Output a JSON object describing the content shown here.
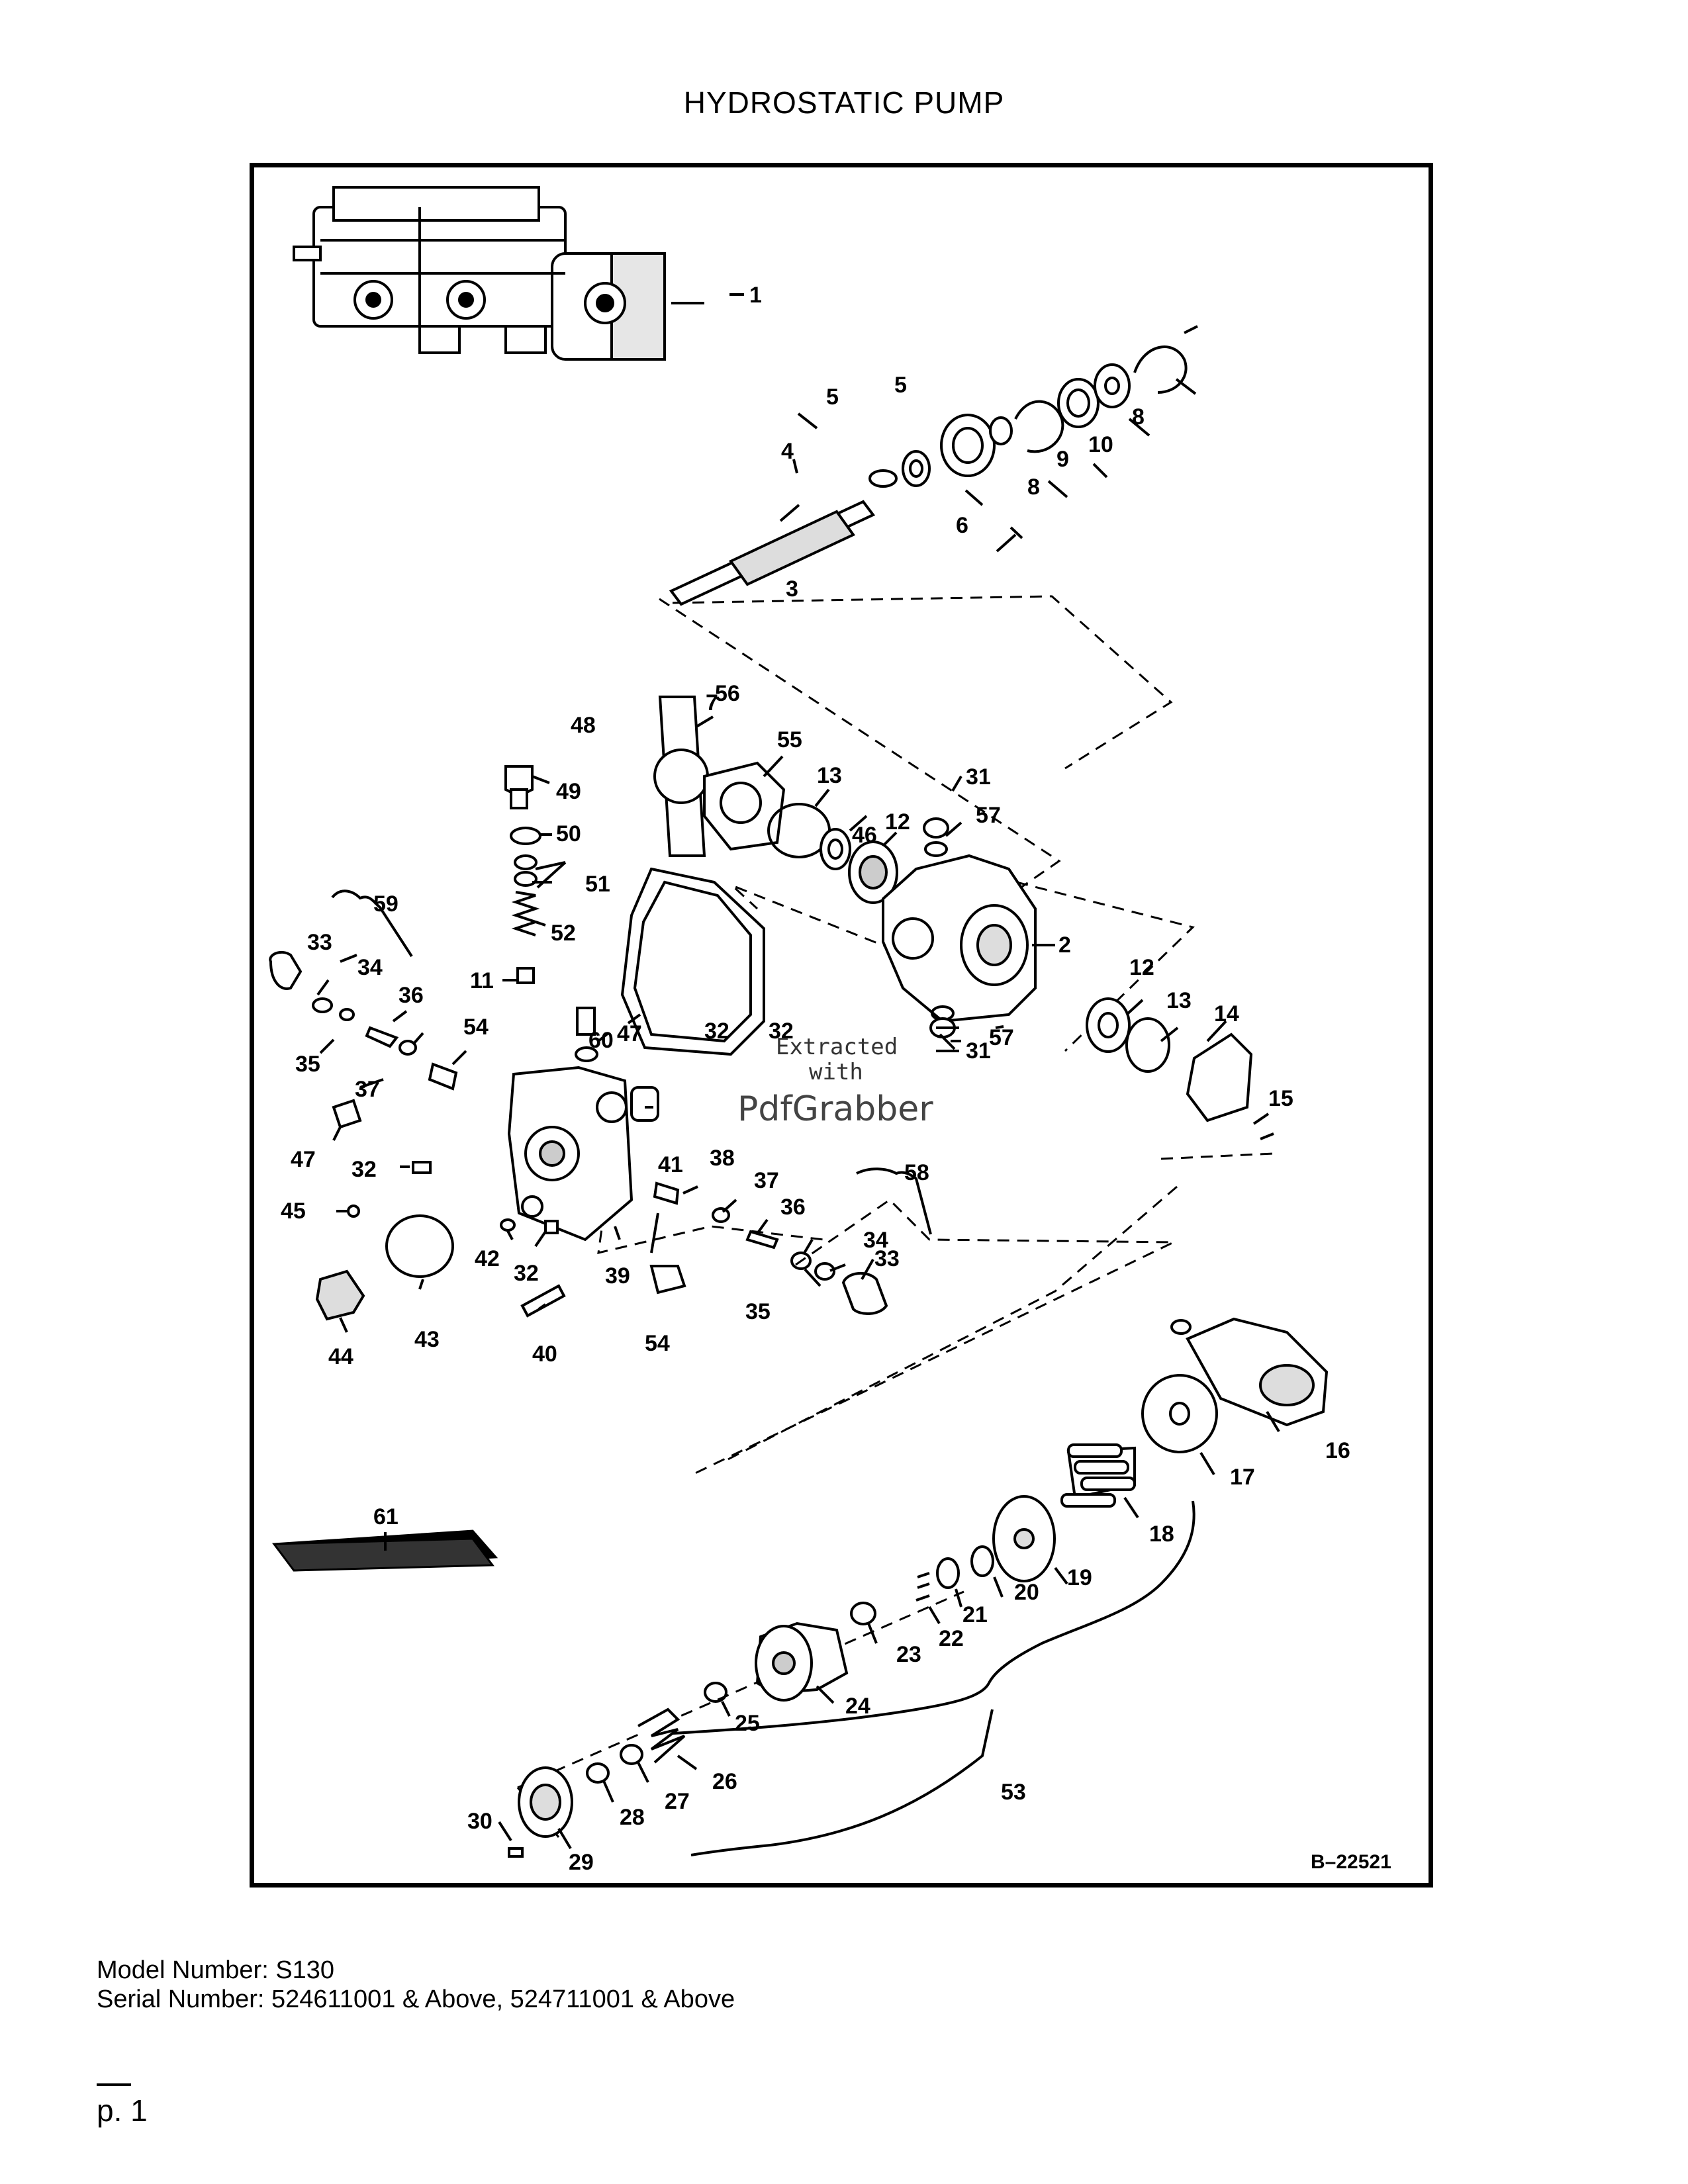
{
  "page_title": "HYDROSTATIC PUMP",
  "diagram": {
    "reference_code": "B–22521",
    "watermark": {
      "line1": "Extracted",
      "line2": "with",
      "line3": "PdfGrabber"
    },
    "callouts": [
      {
        "label": "1"
      },
      {
        "label": "2"
      },
      {
        "label": "3"
      },
      {
        "label": "4"
      },
      {
        "label": "5"
      },
      {
        "label": "5"
      },
      {
        "label": "6"
      },
      {
        "label": "7"
      },
      {
        "label": "8"
      },
      {
        "label": "8"
      },
      {
        "label": "9"
      },
      {
        "label": "10"
      },
      {
        "label": "11"
      },
      {
        "label": "12"
      },
      {
        "label": "12"
      },
      {
        "label": "13"
      },
      {
        "label": "13"
      },
      {
        "label": "14"
      },
      {
        "label": "15"
      },
      {
        "label": "16"
      },
      {
        "label": "17"
      },
      {
        "label": "18"
      },
      {
        "label": "19"
      },
      {
        "label": "20"
      },
      {
        "label": "21"
      },
      {
        "label": "22"
      },
      {
        "label": "23"
      },
      {
        "label": "24"
      },
      {
        "label": "25"
      },
      {
        "label": "26"
      },
      {
        "label": "27"
      },
      {
        "label": "28"
      },
      {
        "label": "29"
      },
      {
        "label": "30"
      },
      {
        "label": "31"
      },
      {
        "label": "31"
      },
      {
        "label": "32"
      },
      {
        "label": "32"
      },
      {
        "label": "32"
      },
      {
        "label": "32"
      },
      {
        "label": "33"
      },
      {
        "label": "33"
      },
      {
        "label": "34"
      },
      {
        "label": "34"
      },
      {
        "label": "35"
      },
      {
        "label": "35"
      },
      {
        "label": "36"
      },
      {
        "label": "36"
      },
      {
        "label": "37"
      },
      {
        "label": "37"
      },
      {
        "label": "38"
      },
      {
        "label": "39"
      },
      {
        "label": "40"
      },
      {
        "label": "41"
      },
      {
        "label": "42"
      },
      {
        "label": "43"
      },
      {
        "label": "44"
      },
      {
        "label": "45"
      },
      {
        "label": "46"
      },
      {
        "label": "47"
      },
      {
        "label": "47"
      },
      {
        "label": "48"
      },
      {
        "label": "49"
      },
      {
        "label": "50"
      },
      {
        "label": "51"
      },
      {
        "label": "52"
      },
      {
        "label": "53"
      },
      {
        "label": "54"
      },
      {
        "label": "54"
      },
      {
        "label": "55"
      },
      {
        "label": "56"
      },
      {
        "label": "57"
      },
      {
        "label": "57"
      },
      {
        "label": "58"
      },
      {
        "label": "59"
      },
      {
        "label": "60"
      },
      {
        "label": "61"
      }
    ]
  },
  "footer": {
    "model_label": "Model Number: S130",
    "serial_label": "Serial Number: 524611001 & Above, 524711001 & Above"
  },
  "page_number": "p. 1"
}
